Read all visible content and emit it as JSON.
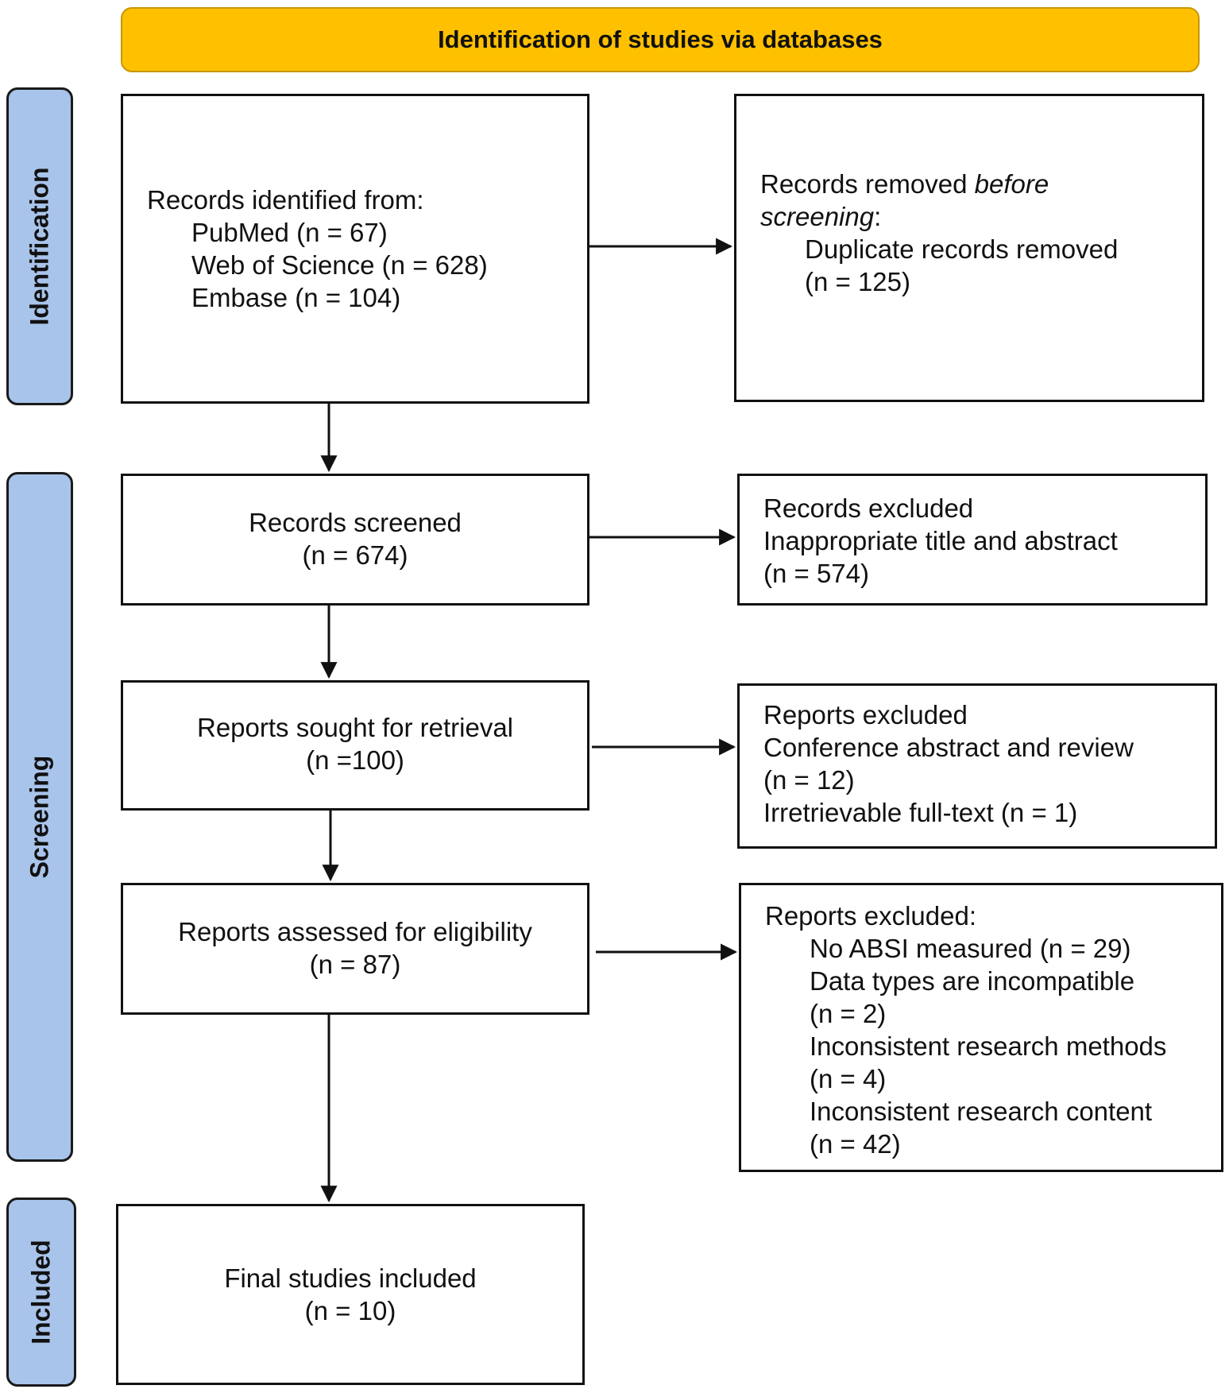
{
  "header": {
    "title": "Identification of studies via databases"
  },
  "phases": {
    "identification": "Identification",
    "screening": "Screening",
    "included": "Included"
  },
  "records_identified": {
    "heading": "Records identified from:",
    "sources": [
      "PubMed (n = 67)",
      "Web of Science (n = 628)",
      "Embase (n = 104)"
    ]
  },
  "records_removed": {
    "heading_prefix": "Records removed ",
    "heading_italic_1": "before",
    "heading_italic_2": "screening",
    "heading_suffix": ":",
    "item": "Duplicate records removed",
    "count": "(n = 125)"
  },
  "records_screened": {
    "label": "Records screened",
    "count": "(n = 674)"
  },
  "records_excluded": {
    "heading": "Records excluded",
    "reason": "Inappropriate title and abstract",
    "count": "(n = 574)"
  },
  "reports_sought": {
    "label": "Reports sought for retrieval",
    "count": "(n =100)"
  },
  "reports_not_retrieved": {
    "heading": "Reports excluded",
    "reason": "Conference abstract and review",
    "count": "(n = 12)",
    "reason_2": "Irretrievable full-text (n = 1)"
  },
  "reports_assessed": {
    "label": "Reports assessed for eligibility",
    "count": "(n = 87)"
  },
  "reports_excluded": {
    "heading": "Reports excluded:",
    "items": [
      "No ABSI measured (n = 29)",
      "Data types are incompatible",
      "(n = 2)",
      "Inconsistent research methods",
      "(n = 4)",
      "Inconsistent research content",
      "(n = 42)"
    ]
  },
  "final_included": {
    "label": "Final studies included",
    "count": "(n = 10)"
  }
}
